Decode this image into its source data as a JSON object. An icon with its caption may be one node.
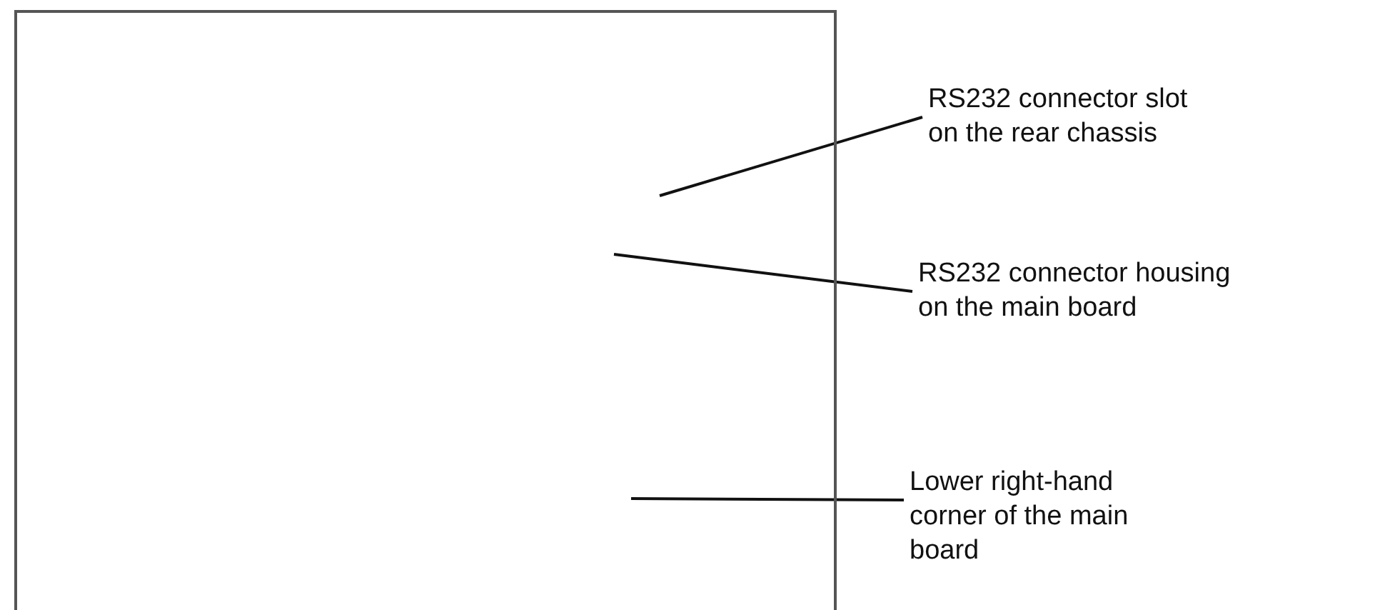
{
  "diagram": {
    "nodes": [
      {
        "text": [],
        "shape": "box"
      },
      {
        "text": [
          "RS232 connector slot on the rear chassis"
        ]
      },
      {
        "text": [
          "RS232 connector housing on the main board"
        ]
      },
      {
        "text": [
          "Lower right-hand corner of the main board"
        ]
      }
    ],
    "edges": [
      {
        "from": 1,
        "to": 0,
        "arrow": "none"
      },
      {
        "from": 2,
        "to": 0,
        "arrow": "none"
      },
      {
        "from": 3,
        "to": 0,
        "arrow": "none"
      }
    ]
  }
}
